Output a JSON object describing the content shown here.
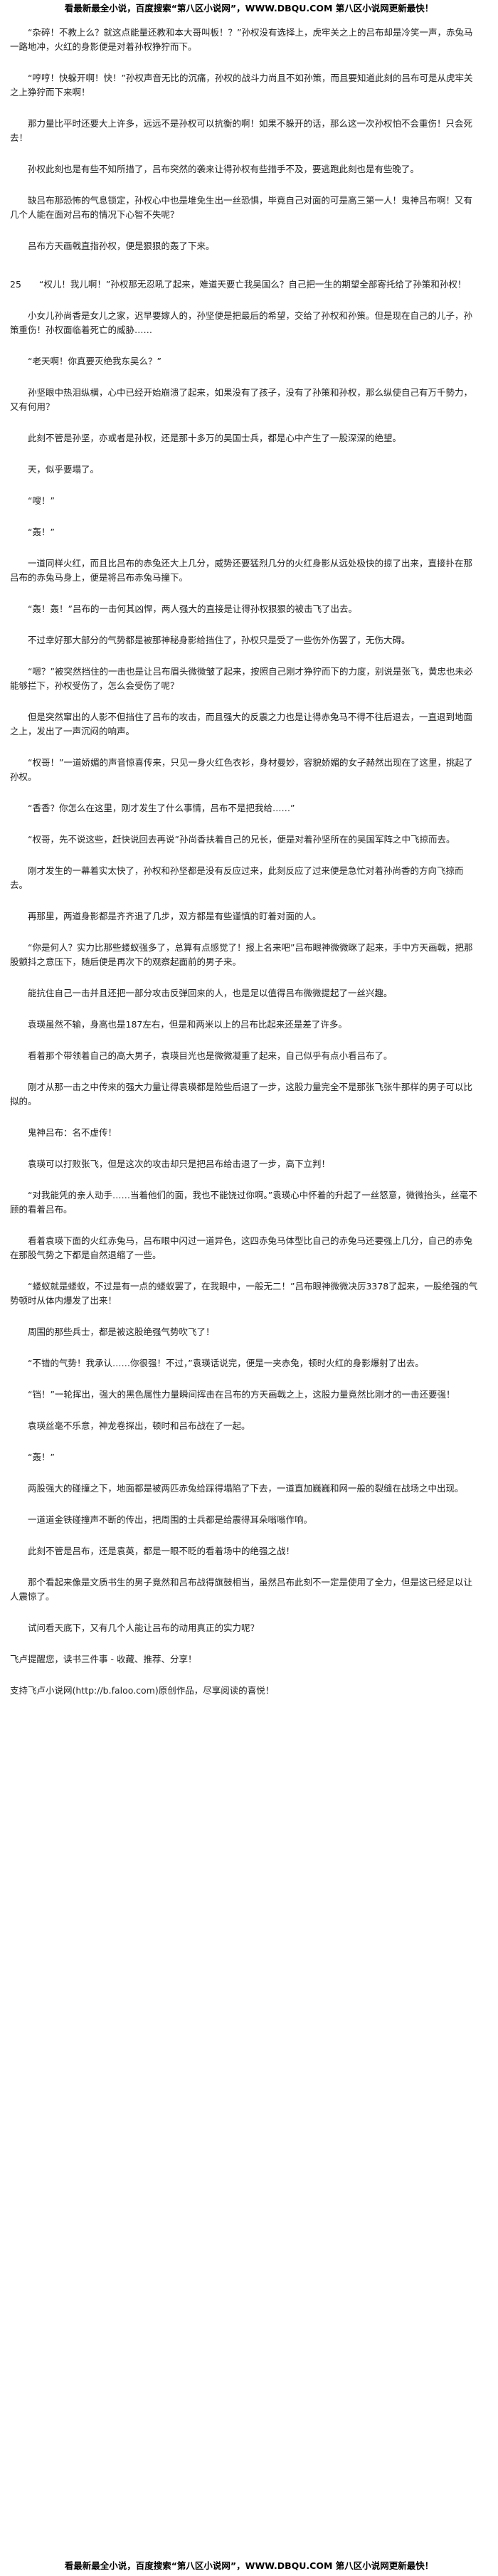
{
  "header_banner": "看最新最全小说，百度搜索“第八区小说网”，WWW.DBQU.COM 第八区小说网更新最快！",
  "footer_banner": "看最新最全小说，百度搜索“第八区小说网”，WWW.DBQU.COM 第八区小说网更新最快！",
  "paragraphs": [
    "“杂碎！不教上么？就这点能量还教和本大哥叫板！？”孙权没有选择上，虎牢关之上的吕布却是冷笑一声，赤兔马一路地冲，火红的身影便是对着孙权狰狞而下。",
    "“哼哼！快躲开啊！快！”孙权声音无比的沉痛，孙权的战斗力尚且不如孙策，而且要知道此刻的吕布可是从虎牢关之上狰狞而下来啊！",
    "那力量比平时还要大上许多，远远不是孙权可以抗衡的啊！如果不躲开的话，那么这一次孙权怕不会重伤！只会死去！",
    "孙权此刻也是有些不知所措了，吕布突然的袭来让得孙权有些措手不及，要逃跑此刻也是有些晚了。",
    "缺吕布那恐怖的气息锁定，孙权心中也是堆免生出一丝恐惧，毕竟自己对面的可是高三第一人！鬼神吕布啊！又有几个人能在面对吕布的情况下心智不失呢？",
    "吕布方天画戟直指孙权，便是狠狠的轰了下来。",
    "“权儿！我儿啊！”孙权那无忍吼了起来，难道天要亡我吴国么？自己把一生的期望全部寄托给了孙策和孙权！",
    "小女儿孙尚香是女儿之家，迟早要嫁人的，孙坚便是把最后的希望，交给了孙权和孙策。但是现在自己的儿子，孙策重伤！孙权面临着死亡的威胁……",
    "“老天啊！你真要灭绝我东吴么？”",
    "孙坚眼中热泪纵横，心中已经开始崩溃了起来，如果没有了孩子，没有了孙策和孙权，那么纵使自己有万千勢力，又有何用？",
    "此刻不管是孙坚，亦或者是孙权，还是那十多万的吴国士兵，都是心中产生了一股深深的绝望。",
    "天，似乎要塌了。",
    "“嗖！”",
    "“轰！”",
    "一道同样火红，而且比吕布的赤兔还大上几分，威势还要猛烈几分的火红身影从远处极快的掠了出来，直接扑在那吕布的赤兔马身上，便是将吕布赤兔马撞下。",
    "“轰！轰！”吕布的一击何其凶悍，两人强大的直接是让得孙权狠狠的被击飞了出去。",
    "不过幸好那大部分的气势都是被那神秘身影给挡住了，孙权只是受了一些伤外伤罢了，无伤大碍。",
    "“嗯？”被突然挡住的一击也是让吕布眉头微微皱了起来，按照自己刚才狰狞而下的力度，别说是张飞，黄忠也未必能够拦下，孙权受伤了，怎么会受伤了呢？",
    "但是突然窜出的人影不但挡住了吕布的攻击，而且强大的反震之力也是让得赤兔马不得不往后退去，一直退到地面之上，发出了一声沉闷的响声。",
    "“权哥！”一道娇媚的声音惊喜传来，只见一身火红色衣衫，身材曼妙，容貌娇媚的女子赫然出现在了这里，挑起了孙权。",
    "“香香？你怎么在这里，刚才发生了什么事情，吕布不是把我给……”",
    "“权哥，先不说这些，赶快说回去再说”孙尚香扶着自己的兄长，便是对着孙坚所在的吴国军阵之中飞掠而去。",
    "刚才发生的一幕着实太快了，孙权和孙坚都是没有反应过来，此刻反应了过来便是急忙对着孙尚香的方向飞掠而去。",
    "再那里，两道身影都是齐齐退了几步，双方都是有些谨慎的盯着对面的人。",
    "“你是何人？实力比那些蝼蚁强多了，总算有点感觉了！报上名来吧”吕布眼神微微眯了起来，手中方天画戟，把那股颤抖之意压下，随后便是再次下的观察起面前的男子来。",
    "能抗住自己一击并且还把一部分攻击反弹回来的人，也是足以值得吕布微微提起了一丝兴趣。",
    "袁瑛虽然不输，身高也是187左右，但是和两米以上的吕布比起来还是差了许多。",
    "看着那个带领着自己的高大男子，袁瑛目光也是微微凝重了起来，自己似乎有点小看吕布了。",
    "刚才从那一击之中传来的强大力量让得袁瑛都是险些后退了一步，这股力量完全不是那张飞张牛那样的男子可以比拟的。",
    "鬼神吕布：名不虚传！",
    "袁瑛可以打败张飞，但是这次的攻击却只是把吕布给击退了一步，高下立判！",
    "“对我能凭的亲人动手……当着他们的面，我也不能饶过你啊。”袁瑛心中怀着的升起了一丝怒意，微微抬头，丝毫不顾的看着吕布。",
    "看着袁瑛下面的火红赤兔马，吕布眼中闪过一道异色，这四赤兔马体型比自己的赤兔马还要强上几分，自己的赤兔在那股气势之下都是自然退缩了一些。",
    "“蝼蚁就是蝼蚁，不过是有一点的蝼蚁罢了，在我眼中，一般无二！”吕布眼神微微决厉3378了起来，一股绝强的气势顿时从体内爆发了出来！",
    "周围的那些兵士，都是被这股绝强气势吹飞了！",
    "“不错的气势！我承认……你很强！不过，”袁瑛话说完，便是一夹赤兔，顿时火红的身影爆射了出去。",
    "“铛！”一轮挥出，强大的黑色属性力量瞬间挥击在吕布的方天画戟之上，这股力量竟然比刚才的一击还要强！",
    "袁瑛丝毫不乐意，神龙卷探出，顿时和吕布战在了一起。",
    "“轰！”",
    "两股强大的碰撞之下，地面都是被两匹赤兔给踩得塌陷了下去，一道直加巍巍和网一般的裂缝在战场之中出现。",
    "一道道金铁碰撞声不断的传出，把周围的士兵都是给震得耳朵嗡嗡作响。",
    "此刻不管是吕布，还是袁英，都是一眼不眨的看着场中的绝强之战！",
    "那个看起来像是文质书生的男子竟然和吕布战得旗鼓相当，虽然吕布此刻不一定是使用了全力，但是这已经足以让人震惊了。",
    "试问看天底下，又有几个人能让吕布的动用真正的实力呢？",
    "飞卢提醒您，读书三件事 - 收藏、推荐、分享！",
    "支持飞卢小说网(http://b.faloo.com)原创作品，尽享阅读的喜悦！"
  ],
  "chapter_marker": "25"
}
